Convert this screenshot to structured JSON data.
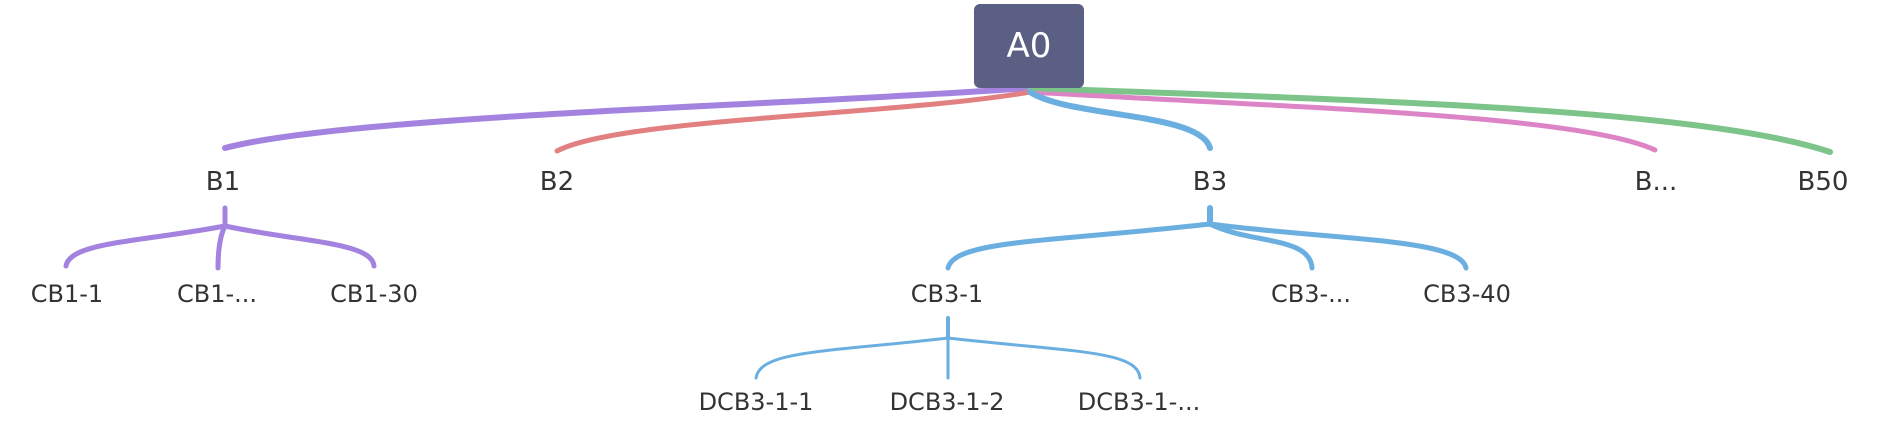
{
  "root": {
    "label": "A0",
    "color": "#5b5f84"
  },
  "branches": [
    {
      "label": "B1",
      "color": "#a382e0"
    },
    {
      "label": "B2",
      "color": "#e27f80"
    },
    {
      "label": "B3",
      "color": "#6aafe0"
    },
    {
      "label": "B...",
      "color": "#dd84c6"
    },
    {
      "label": "B50",
      "color": "#7cc489"
    }
  ],
  "b1_children": [
    {
      "label": "CB1-1"
    },
    {
      "label": "CB1-..."
    },
    {
      "label": "CB1-30"
    }
  ],
  "b3_children": [
    {
      "label": "CB3-1"
    },
    {
      "label": "CB3-..."
    },
    {
      "label": "CB3-40"
    }
  ],
  "cb3_1_children": [
    {
      "label": "DCB3-1-1"
    },
    {
      "label": "DCB3-1-2"
    },
    {
      "label": "DCB3-1-..."
    }
  ]
}
